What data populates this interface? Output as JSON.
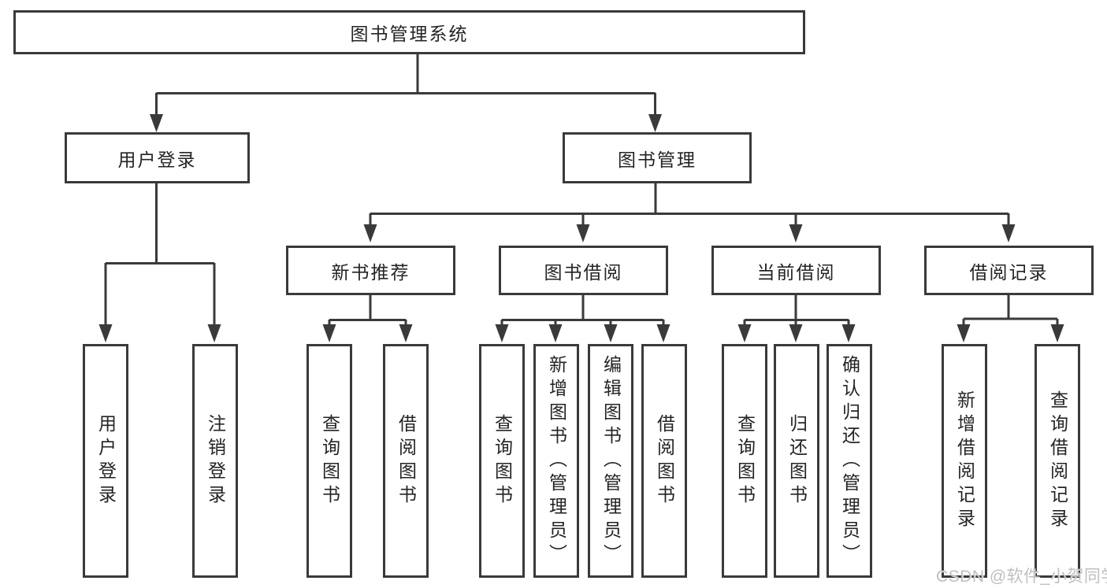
{
  "tree": {
    "label": "图书管理系统",
    "children": [
      {
        "label": "用户登录",
        "children": [
          {
            "label": "用户登录"
          },
          {
            "label": "注销登录"
          }
        ]
      },
      {
        "label": "图书管理",
        "children": [
          {
            "label": "新书推荐",
            "children": [
              {
                "label": "查询图书"
              },
              {
                "label": "借阅图书"
              }
            ]
          },
          {
            "label": "图书借阅",
            "children": [
              {
                "label": "查询图书"
              },
              {
                "label": "新增图书（管理员）"
              },
              {
                "label": "编辑图书（管理员）"
              },
              {
                "label": "借阅图书"
              }
            ]
          },
          {
            "label": "当前借阅",
            "children": [
              {
                "label": "查询图书"
              },
              {
                "label": "归还图书"
              },
              {
                "label": "确认归还（管理员）"
              }
            ]
          },
          {
            "label": "借阅记录",
            "children": [
              {
                "label": "新增借阅记录"
              },
              {
                "label": "查询借阅记录"
              }
            ]
          }
        ]
      }
    ]
  },
  "watermark": "CSDN @软件_小贺同学",
  "colors": {
    "line": "#3a3a3a",
    "box_border": "#3a3a3a",
    "text": "#242424",
    "background": "#ffffff",
    "watermark": "#b6b6b6"
  }
}
